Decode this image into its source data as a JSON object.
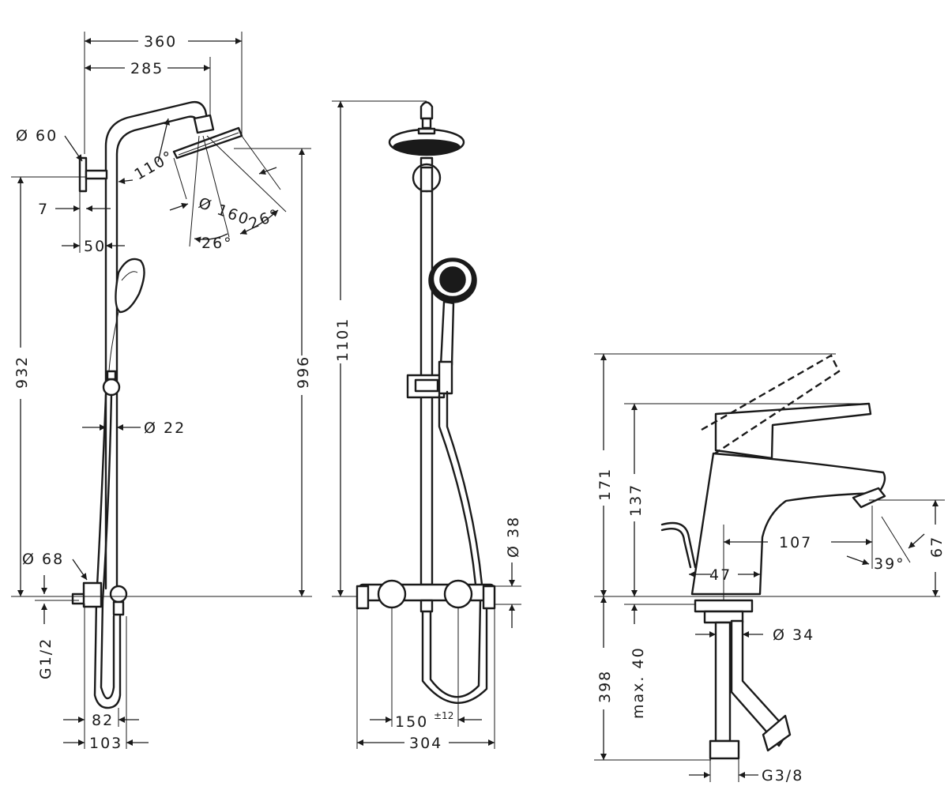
{
  "shower_side": {
    "width_total": "360",
    "arm_reach": "285",
    "wall_bracket_dia": "Ø 60",
    "wall_offset": "7",
    "wall_to_pipe": "50",
    "arm_angle": "110°",
    "head_dia": "Ø 160",
    "spray_angle_left": "26°",
    "spray_angle_right": "26°",
    "riser_length": "932",
    "head_height": "996",
    "pipe_dia": "Ø 22",
    "flange_dia": "Ø 68",
    "connection_thread": "G1/2",
    "connection_offset": "82",
    "connection_depth": "103"
  },
  "shower_front": {
    "total_height": "1101",
    "bar_dia": "Ø 38",
    "inlet_spacing": "150",
    "inlet_tolerance": "±12",
    "mixer_width": "304"
  },
  "basin_mixer": {
    "height_lever_up": "171",
    "height_lever": "137",
    "spout_reach": "107",
    "spout_height": "67",
    "spout_angle": "39°",
    "base_dia": "47",
    "tail_dia": "Ø 34",
    "max_deck_thickness": "max. 40",
    "hose_length": "398",
    "hose_thread": "G3/8"
  }
}
